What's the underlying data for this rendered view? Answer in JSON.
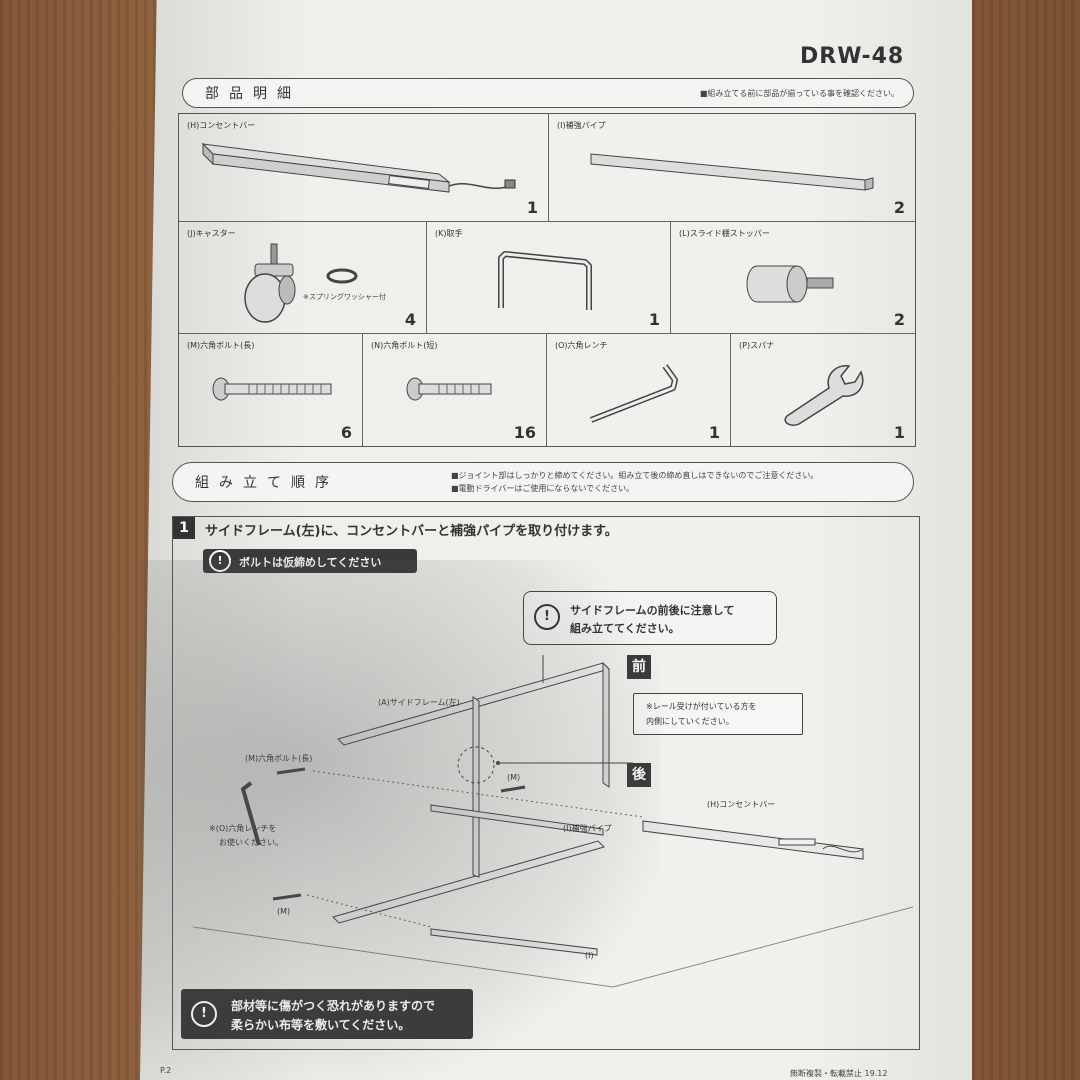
{
  "model": "DRW-48",
  "parts_header": {
    "title": "部品明細",
    "note": "■組み立てる前に部品が揃っている事を確認ください。"
  },
  "parts": [
    {
      "label": "(H)コンセントバー",
      "qty": "1"
    },
    {
      "label": "(I)補強パイプ",
      "qty": "2"
    },
    {
      "label": "(J)キャスター",
      "qty": "4",
      "note": "※スプリングワッシャー付"
    },
    {
      "label": "(K)取手",
      "qty": "1"
    },
    {
      "label": "(L)スライド棚ストッパー",
      "qty": "2"
    },
    {
      "label": "(M)六角ボルト(長)",
      "qty": "6"
    },
    {
      "label": "(N)六角ボルト(短)",
      "qty": "16"
    },
    {
      "label": "(O)六角レンチ",
      "qty": "1"
    },
    {
      "label": "(P)スパナ",
      "qty": "1"
    }
  ],
  "assembly_header": {
    "title": "組み立て順序",
    "notes": [
      "■ジョイント部はしっかりと締めてください。組み立て後の締め直しはできないのでご注意ください。",
      "■電動ドライバーはご使用にならないでください。"
    ]
  },
  "step1": {
    "number": "1",
    "title": "サイドフレーム(左)に、コンセントバーと補強パイプを取り付けます。",
    "bolt_warning": "ボルトは仮締めしてください",
    "frame_callout_line1": "サイドフレームの前後に注意して",
    "frame_callout_line2": "組み立ててください。",
    "front_tag": "前",
    "back_tag": "後",
    "rail_note_line1": "※レール受けが付いている方を",
    "rail_note_line2": "内側にしていください。",
    "labels": {
      "side_frame": "(A)サイドフレーム(左)",
      "bolt_long": "(M)六角ボルト(長)",
      "m1": "(M)",
      "m2": "(M)",
      "wrench_note_line1": "※(O)六角レンチを",
      "wrench_note_line2": "お使いください。",
      "pipe": "(I)補強パイプ",
      "pipe2": "(I)",
      "outlet": "(H)コンセントバー"
    },
    "bottom_warning_line1": "部材等に傷がつく恐れがありますので",
    "bottom_warning_line2": "柔らかい布等を敷いてください。"
  },
  "footer": {
    "page": "P.2",
    "copyright": "無断複製・転載禁止 19.12"
  }
}
